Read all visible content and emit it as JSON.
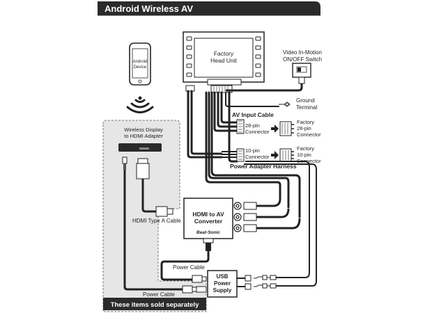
{
  "title": "Android Wireless AV",
  "labels": {
    "android_device": [
      "Android",
      "Device"
    ],
    "factory_head_unit": [
      "Factory",
      "Head Unit"
    ],
    "video_switch": [
      "Video In-Motion",
      "ON/OFF Switch"
    ],
    "ground_terminal": [
      "Ground",
      "Terminal"
    ],
    "av_input_cable": "AV Input Cable",
    "pin28_connector": [
      "28-pin",
      "Connector"
    ],
    "factory_28pin": [
      "Factory",
      "28-pin",
      "Connector"
    ],
    "pin10_connector": [
      "10-pin",
      "Connector"
    ],
    "factory_10pin": [
      "Factory",
      "10-pin",
      "Connector"
    ],
    "power_adapter_harness": "Power Adapter Harness",
    "wireless_adapter": [
      "Wireless Display",
      "to HDMI Adapter"
    ],
    "hdmi_type_a_cable": "HDMI Type A Cable",
    "hdmi_to_av": [
      "HDMI to AV",
      "Converter"
    ],
    "brand": "Beat-Sonic",
    "power_cable_1": "Power Cable",
    "usb_power_supply": [
      "USB",
      "Power",
      "Supply"
    ],
    "power_cable_2": "Power Cable",
    "sold_separately": "These items sold separately"
  }
}
